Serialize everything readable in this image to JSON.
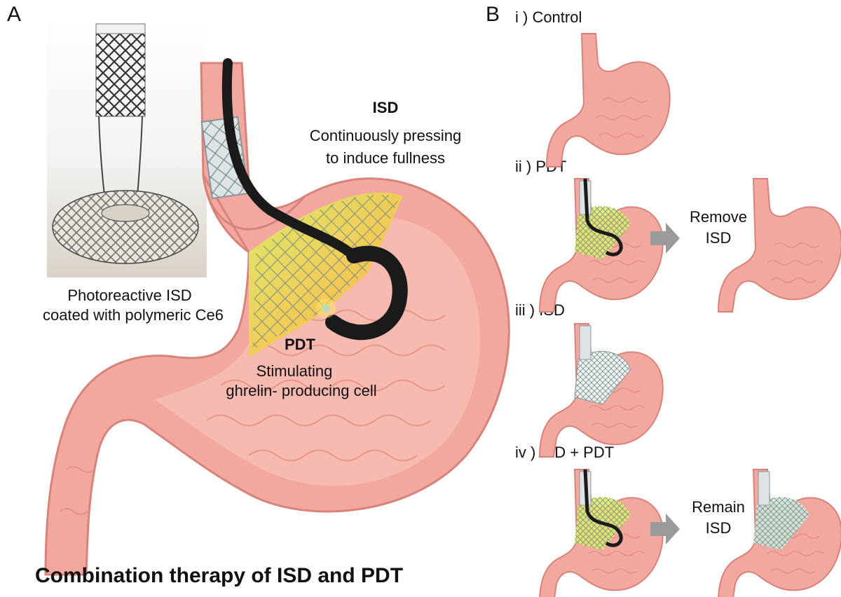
{
  "panel_a": {
    "letter": "A",
    "photo_caption_line1": "Photoreactive ISD",
    "photo_caption_line2": "coated with polymeric Ce6",
    "isd_title": "ISD",
    "isd_line1": "Continuously pressing",
    "isd_line2": "to induce fullness",
    "pdt_title": "PDT",
    "pdt_line1": "Stimulating",
    "pdt_line2": "ghrelin- producing cell",
    "bottom_title": "Combination therapy of ISD and PDT"
  },
  "panel_b": {
    "letter": "B",
    "groups": [
      {
        "label": "i ) Control"
      },
      {
        "label": "ii ) PDT",
        "arrow_text_1": "Remove",
        "arrow_text_2": "ISD"
      },
      {
        "label": "iii ) ISD"
      },
      {
        "label": "iv ) ISD + PDT",
        "arrow_text_1": "Remain",
        "arrow_text_2": "ISD"
      }
    ]
  },
  "colors": {
    "stomach_fill": "#f2a79f",
    "stomach_inner": "#f7c0b8",
    "stomach_outline": "#d8837a",
    "light_yellow": "#e8ee6a",
    "light_orange": "#f4b24a",
    "scope_black": "#1a1a1a",
    "arrow_gray": "#9a9a9a",
    "stent_gray": "#9aa3a8"
  }
}
